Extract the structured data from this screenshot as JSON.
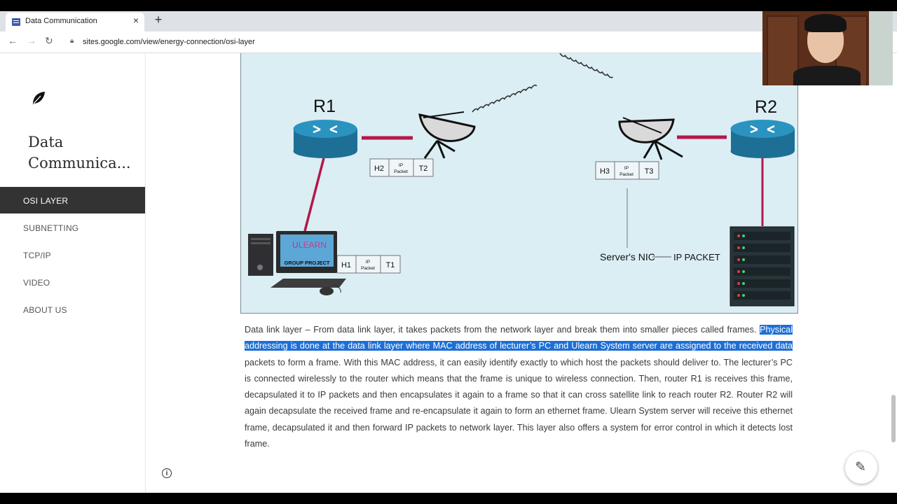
{
  "browser": {
    "tab_title": "Data Communication",
    "tab_close": "×",
    "new_tab": "+",
    "url": "sites.google.com/view/energy-connection/osi-layer"
  },
  "sidebar": {
    "site_title": "Data Communica...",
    "items": [
      {
        "label": "OSI LAYER",
        "active": true
      },
      {
        "label": "SUBNETTING",
        "active": false
      },
      {
        "label": "TCP/IP",
        "active": false
      },
      {
        "label": "VIDEO",
        "active": false
      },
      {
        "label": "ABOUT US",
        "active": false
      }
    ]
  },
  "diagram": {
    "r1_label": "R1",
    "r2_label": "R2",
    "frame_h1": "H1",
    "frame_t1": "T1",
    "frame_h2": "H2",
    "frame_t2": "T2",
    "frame_h3": "H3",
    "frame_t3": "T3",
    "ip_packet_small_1": "IP",
    "ip_packet_small_2": "Packet",
    "pc_brand_u": "U",
    "pc_brand_rest": "LEARN",
    "pc_line": "GROUP  PROJECT",
    "server_nic": "Server's NIC",
    "ip_packet_label": "IP PACKET",
    "colors": {
      "link": "#b5174b",
      "router": "#1f82ad",
      "background": "#dbeef4"
    }
  },
  "paragraph": {
    "part1": "Data link layer – From data link layer, it takes packets from the network layer and break them into smaller pieces called frames. ",
    "highlighted": "Physical addressing is done at the data link layer where MAC address of lecturer’s PC and Ulearn System server are assigned to the received data",
    "part2": " packets to form a frame. With this MAC address, it can easily identify exactly to which host the packets should deliver to. The lecturer’s PC is connected wirelessly to the router which means that the frame is unique to wireless connection. Then, router R1 is receives this frame, decapsulated it to IP packets and then encapsulates it again to a frame so that it can cross satellite link to reach router R2. Router R2 will again decapsulate the received frame and re-encapsulate it again to form an ethernet frame. Ulearn System server will receive this ethernet frame, decapsulated it and then forward IP packets to network layer. This layer also offers a system for error control in which it detects lost frame."
  },
  "icons": [
    "page-favicon",
    "close-icon",
    "back-icon",
    "forward-icon",
    "reload-icon",
    "lock-icon",
    "leaf-logo-icon",
    "info-icon",
    "pencil-icon"
  ]
}
